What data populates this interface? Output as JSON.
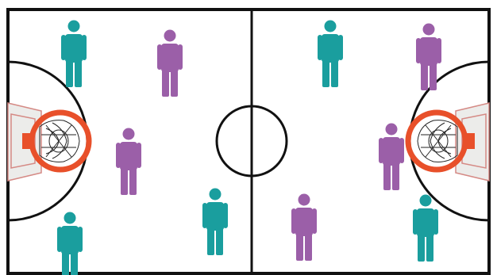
{
  "colors": {
    "court_line": "#111111",
    "background": "#ffffff",
    "team_teal": "#1a9e9e",
    "team_purple": "#9b5fa8",
    "rim": "#e8502a",
    "backboard_fill": "#ececea",
    "backboard_stroke": "#d58a85"
  },
  "players": [
    {
      "team": "teal",
      "icon": "person-icon"
    },
    {
      "team": "purple",
      "icon": "person-icon"
    },
    {
      "team": "purple",
      "icon": "person-icon"
    },
    {
      "team": "teal",
      "icon": "person-icon"
    },
    {
      "team": "teal",
      "icon": "person-icon"
    },
    {
      "team": "teal",
      "icon": "person-icon"
    },
    {
      "team": "purple",
      "icon": "person-icon"
    },
    {
      "team": "purple",
      "icon": "person-icon"
    },
    {
      "team": "purple",
      "icon": "person-icon"
    },
    {
      "team": "teal",
      "icon": "person-icon"
    }
  ]
}
